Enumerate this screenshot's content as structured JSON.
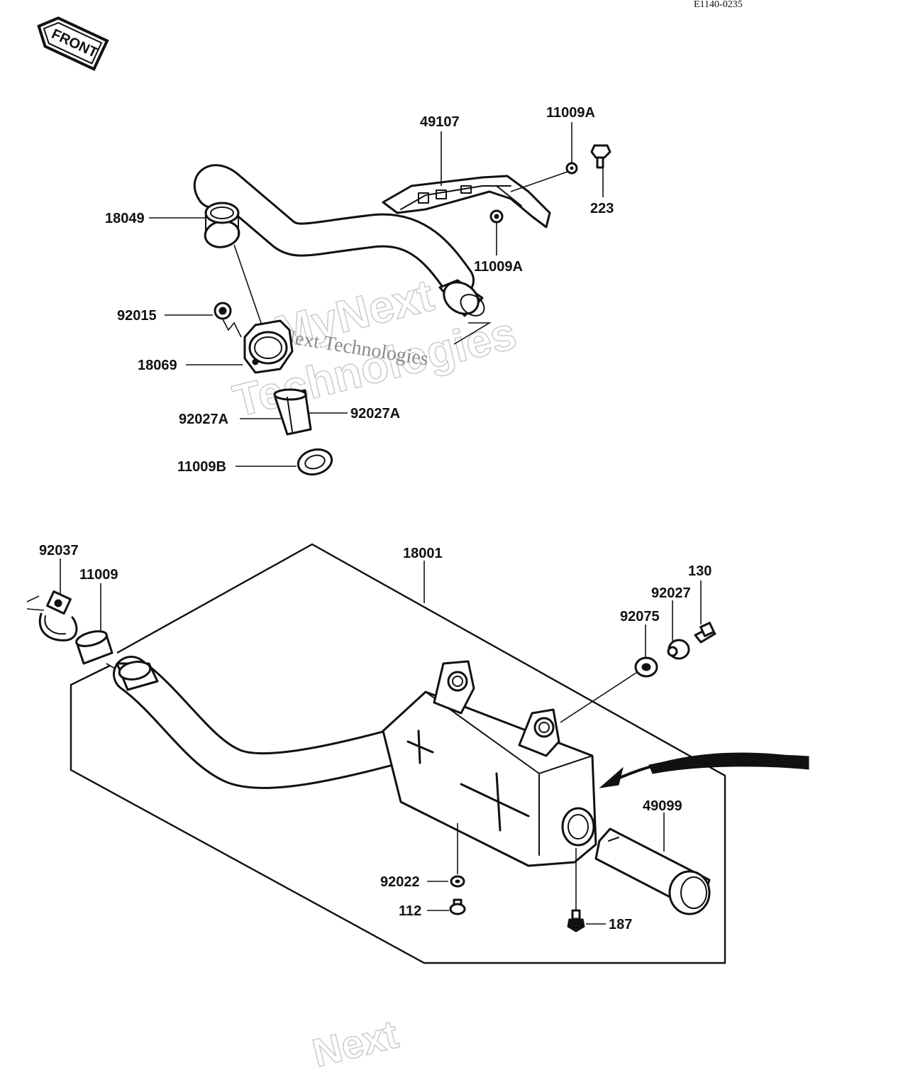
{
  "header": {
    "drawing_code": "E1140-0235",
    "front_label": "FRONT"
  },
  "watermark": {
    "line1": "MyNext",
    "line2": "Technologies",
    "line3": "Next Technologies",
    "bottom_fragment": "Next"
  },
  "callouts": {
    "p49107": "49107",
    "p11009a_top": "11009A",
    "p223": "223",
    "p18049": "18049",
    "p11009a_mid": "11009A",
    "p92015": "92015",
    "p18069": "18069",
    "p92027a_left": "92027A",
    "p92027a_right": "92027A",
    "p11009b": "11009B",
    "p92037": "92037",
    "p11009": "11009",
    "p18001": "18001",
    "p130": "130",
    "p92027": "92027",
    "p92075": "92075",
    "p49099": "49099",
    "p92022": "92022",
    "p112": "112",
    "p187": "187"
  }
}
